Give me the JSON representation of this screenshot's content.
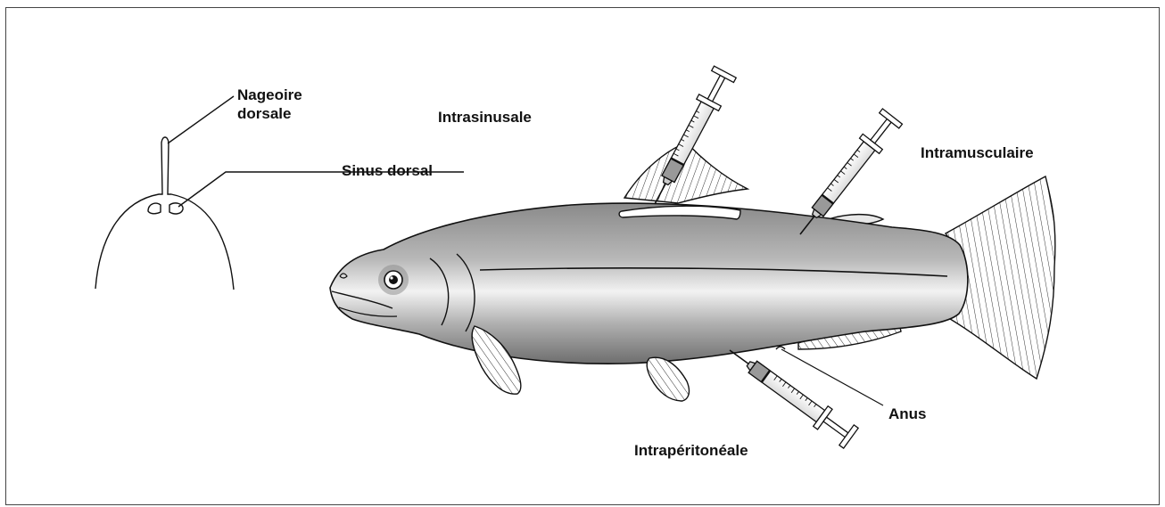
{
  "labels": {
    "nageoire_line1": "Nageoire",
    "nageoire_line2": "dorsale",
    "sinus_dorsal": "Sinus dorsal",
    "intrasinusale": "Intrasinusale",
    "intramusculaire": "Intramusculaire",
    "anus": "Anus",
    "intraperitoneale": "Intrapéritonéale"
  }
}
